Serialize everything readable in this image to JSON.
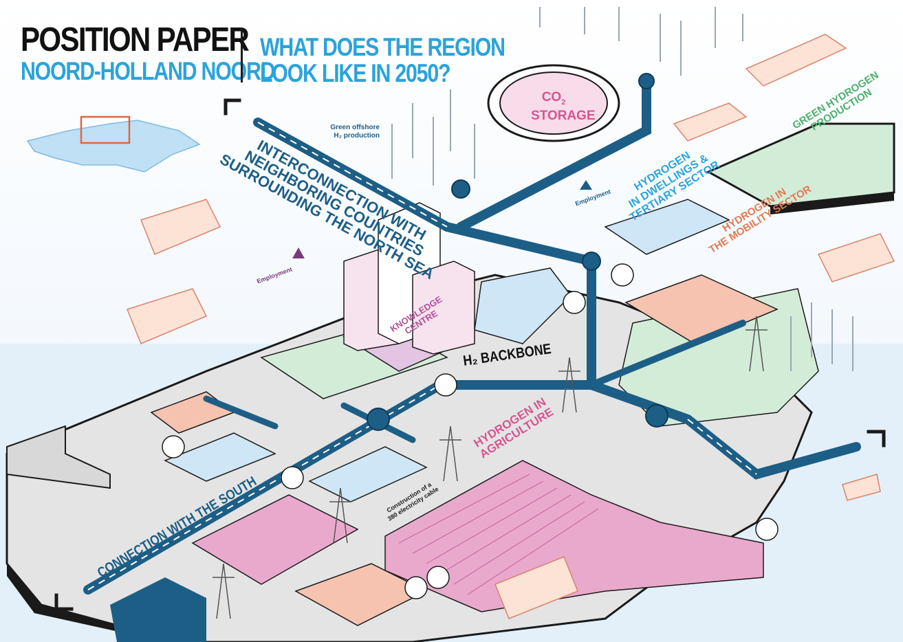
{
  "header": {
    "title": "POSITION PAPER",
    "subtitle": "NOORD-HOLLAND NOORD",
    "question_line1": "WHAT DOES THE REGION",
    "question_line2": "LOOK LIKE IN 2050?"
  },
  "labels": {
    "co2_storage_line1": "CO",
    "co2_storage_sub": "2",
    "co2_storage_line2": "STORAGE",
    "offshore_line1": "Green offshore",
    "offshore_line2": "H₂ production",
    "interconnection_line1": "INTERCONNECTION WITH",
    "interconnection_line2": "NEIGHBORING COUNTRIES",
    "interconnection_line3": "SURROUNDING THE NORTH SEA",
    "green_hydrogen_line1": "GREEN HYDROGEN",
    "green_hydrogen_line2": "PRODUCTION",
    "dwellings_line1": "HYDROGEN",
    "dwellings_line2": "IN DWELLINGS &",
    "dwellings_line3": "TERTIARY SECTOR",
    "employment_right": "Employment",
    "employment_left": "Employment",
    "knowledge_line1": "KNOWLEDGE",
    "knowledge_line2": "CENTRE",
    "mobility_line1": "HYDROGEN IN",
    "mobility_line2": "THE MOBILITY SECTOR",
    "backbone": "H₂ BACKBONE",
    "agriculture_line1": "HYDROGEN IN",
    "agriculture_line2": "AGRICULTURE",
    "south": "CONNECTION WITH THE SOUTH",
    "cable_line1": "Construction of a",
    "cable_line2": "380 electricity cable"
  },
  "colors": {
    "accent_blue": "#2aa3dc",
    "pipe_blue": "#1d5e86",
    "green_zone": "#d3ecd8",
    "pink_zone": "#e9a9cd",
    "salmon_zone": "#f5c3b0",
    "grey_zone": "#e6e6e6",
    "text_dark": "#111111",
    "green_label": "#4caf6e",
    "orange_label": "#e07a52",
    "pink_label": "#d6558f"
  }
}
